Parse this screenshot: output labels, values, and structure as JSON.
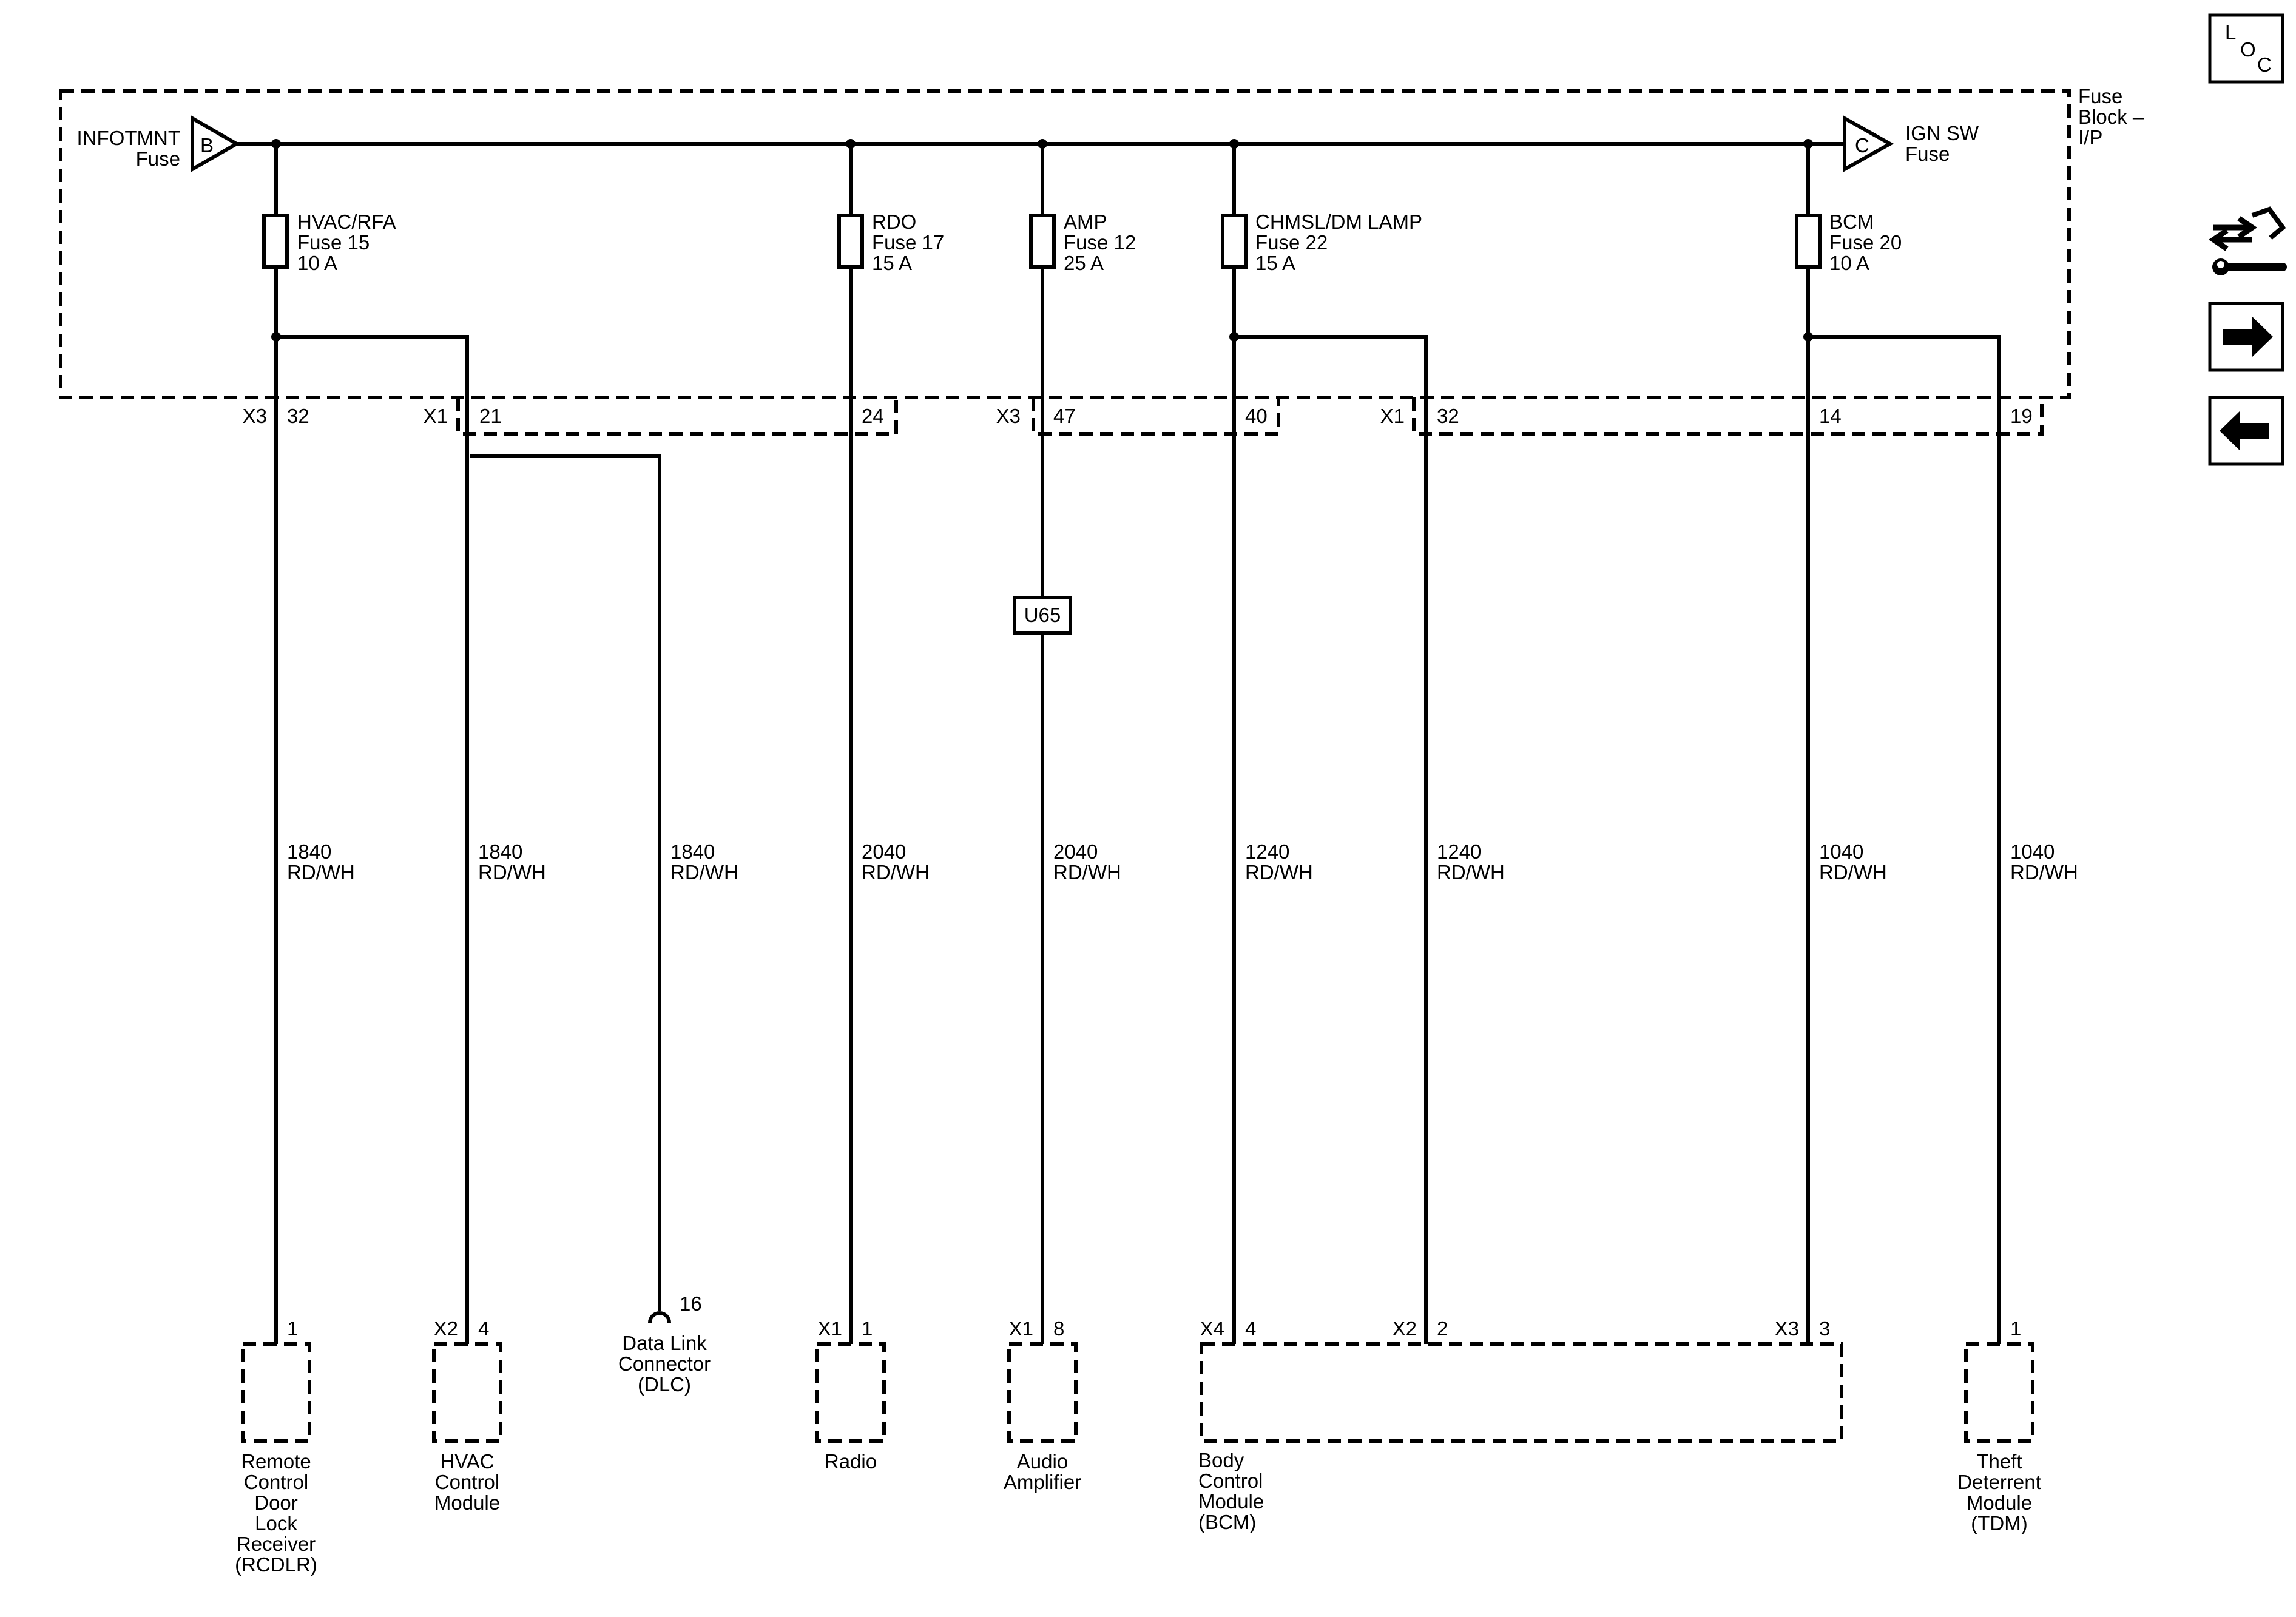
{
  "loc_label": {
    "l": "L",
    "o": "O",
    "c": "C"
  },
  "fuse_block": {
    "line1": "Fuse",
    "line2": "Block –",
    "line3": "I/P"
  },
  "sources": {
    "infotmnt": {
      "letter": "B",
      "line1": "INFOTMNT",
      "line2": "Fuse"
    },
    "ign_sw": {
      "letter": "C",
      "line1": "IGN SW",
      "line2": "Fuse"
    }
  },
  "fuses": [
    {
      "line1": "HVAC/RFA",
      "line2": "Fuse 15",
      "line3": "10 A"
    },
    {
      "line1": "RDO",
      "line2": "Fuse 17",
      "line3": "15 A"
    },
    {
      "line1": "AMP",
      "line2": "Fuse 12",
      "line3": "25 A"
    },
    {
      "line1": "CHMSL/DM LAMP",
      "line2": "Fuse 22",
      "line3": "15 A"
    },
    {
      "line1": "BCM",
      "line2": "Fuse 20",
      "line3": "10 A"
    }
  ],
  "block_connectors": [
    {
      "conn": "X3",
      "pin": "32"
    },
    {
      "conn": "X1",
      "pin": "21"
    },
    {
      "conn": "",
      "pin": "24"
    },
    {
      "conn": "X3",
      "pin": "47"
    },
    {
      "conn": "",
      "pin": "40"
    },
    {
      "conn": "X1",
      "pin": "32"
    },
    {
      "conn": "",
      "pin": "14"
    },
    {
      "conn": "",
      "pin": "19"
    }
  ],
  "option_code": "U65",
  "wires": [
    {
      "circuit": "1840",
      "color": "RD/WH"
    },
    {
      "circuit": "1840",
      "color": "RD/WH"
    },
    {
      "circuit": "1840",
      "color": "RD/WH"
    },
    {
      "circuit": "2040",
      "color": "RD/WH"
    },
    {
      "circuit": "2040",
      "color": "RD/WH"
    },
    {
      "circuit": "1240",
      "color": "RD/WH"
    },
    {
      "circuit": "1240",
      "color": "RD/WH"
    },
    {
      "circuit": "1040",
      "color": "RD/WH"
    },
    {
      "circuit": "1040",
      "color": "RD/WH"
    }
  ],
  "component_pins": [
    {
      "conn": "",
      "pin": "1"
    },
    {
      "conn": "X2",
      "pin": "4"
    },
    {
      "conn": "",
      "pin": "16"
    },
    {
      "conn": "X1",
      "pin": "1"
    },
    {
      "conn": "X1",
      "pin": "8"
    },
    {
      "conn": "X4",
      "pin": "4"
    },
    {
      "conn": "X2",
      "pin": "2"
    },
    {
      "conn": "X3",
      "pin": "3"
    },
    {
      "conn": "",
      "pin": "1"
    }
  ],
  "components": {
    "rcdlr": [
      "Remote",
      "Control",
      "Door",
      "Lock",
      "Receiver",
      "(RCDLR)"
    ],
    "hvac": [
      "HVAC",
      "Control",
      "Module"
    ],
    "dlc": [
      "Data Link",
      "Connector",
      "(DLC)"
    ],
    "radio": [
      "Radio"
    ],
    "amp": [
      "Audio",
      "Amplifier"
    ],
    "bcm": [
      "Body",
      "Control",
      "Module",
      "(BCM)"
    ],
    "tdm": [
      "Theft",
      "Deterrent",
      "Module",
      "(TDM)"
    ]
  },
  "icons": {
    "loc": "loc-icon",
    "connector": "connector-info-icon",
    "next": "arrow-right-icon",
    "prev": "arrow-left-icon"
  }
}
